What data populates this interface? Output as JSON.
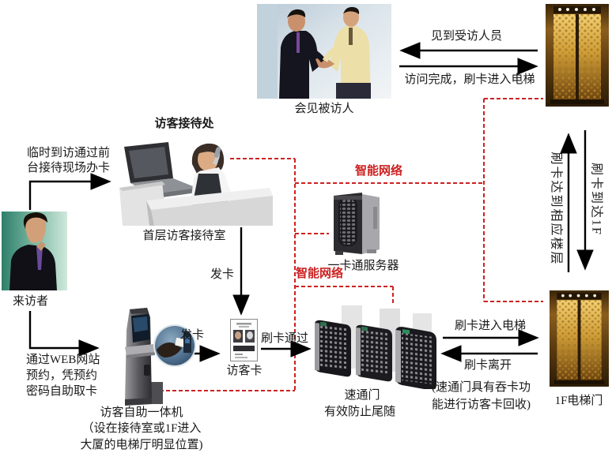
{
  "colors": {
    "network_red": "#cc2222",
    "line_black": "#000000"
  },
  "diagram": {
    "nodes": {
      "handshake": {
        "caption": "会见被访人"
      },
      "reception": {
        "title": "访客接待处",
        "caption": "首层访客接待室"
      },
      "visitor": {
        "caption": "来访者"
      },
      "server": {
        "caption": "一卡通服务器"
      },
      "visitor_card": {
        "caption": "访客卡"
      },
      "kiosk": {
        "caption_line1": "访客自助一体机",
        "caption_line2": "（设在接待室或1F进入",
        "caption_line3": "大厦的电梯厅明显位置)"
      },
      "gate": {
        "caption_line1": "速通门",
        "caption_line2": "有效防止尾随"
      },
      "elevator_bottom": {
        "caption": "1F电梯门"
      }
    },
    "labels": {
      "meet_person": "见到受访人员",
      "visit_complete": "访问完成，刷卡进入电梯",
      "walkin_line1": "临时到访通过前",
      "walkin_line2": "台接待现场办卡",
      "web_line1": "通过WEB网站",
      "web_line2": "预约，凭预约",
      "web_line3": "密码自助取卡",
      "issue_card_desk": "发卡",
      "issue_card_kiosk": "发卡",
      "swipe_pass": "刷卡通过",
      "smart_network_top": "智能网络",
      "smart_network_bottom": "智能网络",
      "swipe_enter": "刷卡进入电梯",
      "swipe_leave": "刷卡离开",
      "gate_note_line1": "(速通门具有吞卡功",
      "gate_note_line2": "能进行访客卡回收)",
      "reach_floor": "刷卡达到相应楼层",
      "reach_1f": "刷卡到达1F"
    }
  }
}
